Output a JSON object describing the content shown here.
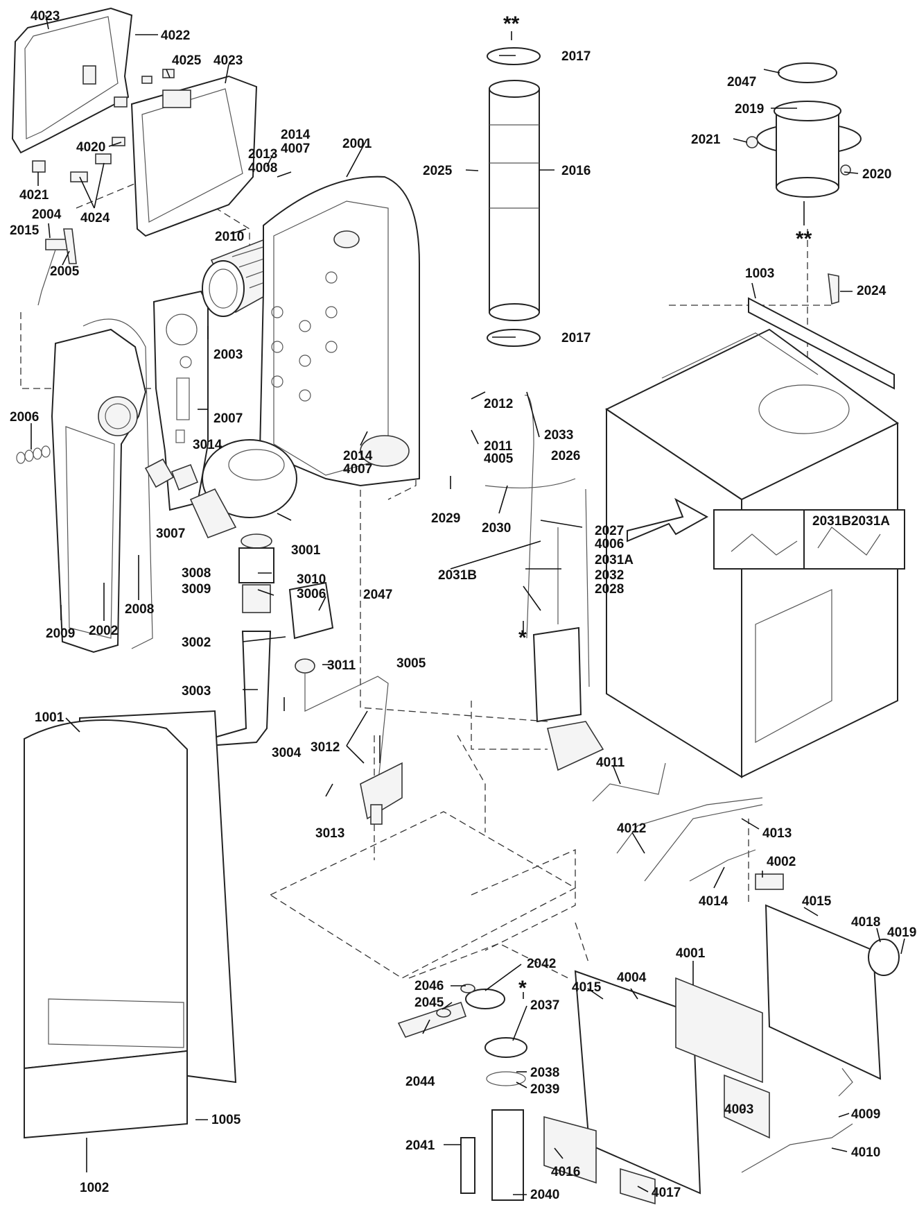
{
  "labels": {
    "1001": "1001",
    "1002": "1002",
    "1003": "1003",
    "1005": "1005",
    "2001": "2001",
    "2002": "2002",
    "2003": "2003",
    "2004": "2004",
    "2005": "2005",
    "2006": "2006",
    "2007": "2007",
    "2008": "2008",
    "2009": "2009",
    "2010": "2010",
    "2011": "2011",
    "2012": "2012",
    "2013": "2013",
    "2014a": "2014",
    "2014b": "2014",
    "2015": "2015",
    "2016": "2016",
    "2017a": "2017",
    "2017b": "2017",
    "2019": "2019",
    "2020": "2020",
    "2021": "2021",
    "2024": "2024",
    "2025": "2025",
    "2026": "2026",
    "2027": "2027",
    "2028": "2028",
    "2029": "2029",
    "2030": "2030",
    "2031A": "2031A",
    "2031B": "2031B",
    "2031BA": "2031B2031A",
    "2032": "2032",
    "2033": "2033",
    "2037": "2037",
    "2038": "2038",
    "2039": "2039",
    "2040": "2040",
    "2041": "2041",
    "2042": "2042",
    "2044": "2044",
    "2045": "2045",
    "2046": "2046",
    "2047a": "2047",
    "2047b": "2047",
    "3001": "3001",
    "3002": "3002",
    "3003": "3003",
    "3004": "3004",
    "3005": "3005",
    "3006": "3006",
    "3007": "3007",
    "3008": "3008",
    "3009": "3009",
    "3010": "3010",
    "3011": "3011",
    "3012": "3012",
    "3013": "3013",
    "3014": "3014",
    "4001": "4001",
    "4002": "4002",
    "4003": "4003",
    "4004": "4004",
    "4005": "4005",
    "4006": "4006",
    "4007a": "4007",
    "4007b": "4007",
    "4008": "4008",
    "4009": "4009",
    "4010": "4010",
    "4011": "4011",
    "4012": "4012",
    "4013": "4013",
    "4014": "4014",
    "4015a": "4015",
    "4015b": "4015",
    "4016": "4016",
    "4017": "4017",
    "4018": "4018",
    "4019": "4019",
    "4020": "4020",
    "4021": "4021",
    "4022": "4022",
    "4023a": "4023",
    "4023b": "4023",
    "4024": "4024",
    "4025": "4025"
  },
  "marks": {
    "dbl_top": "**",
    "dbl_bottom": "**",
    "single_left": "*",
    "single_bottom": "*"
  }
}
